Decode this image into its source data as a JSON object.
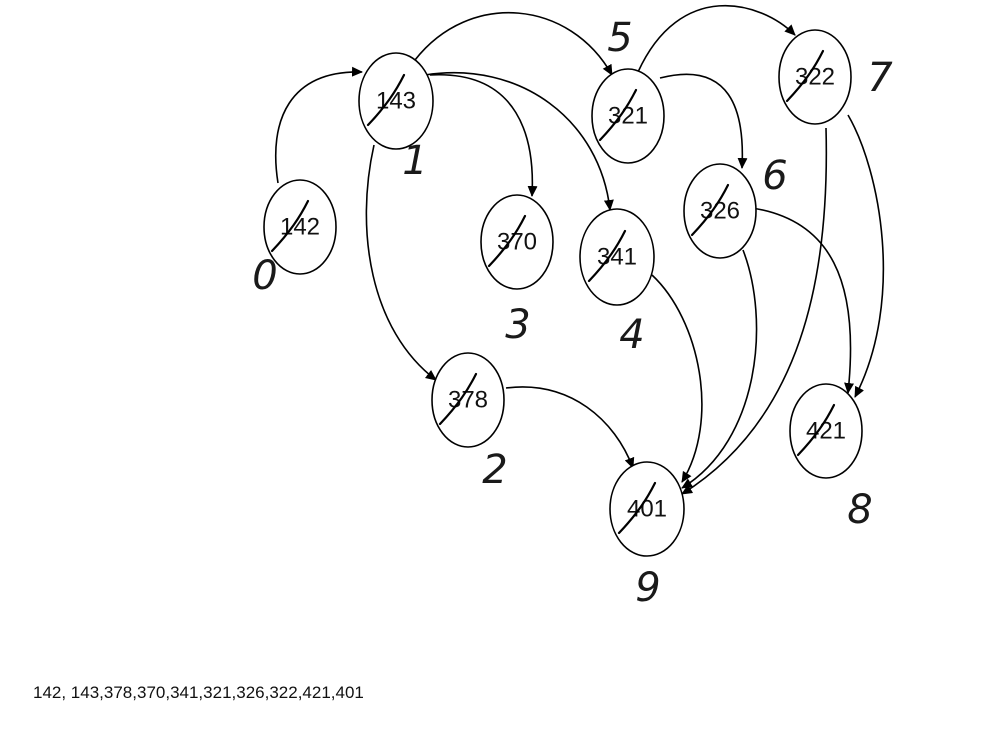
{
  "nodes": [
    {
      "id": "142",
      "label": "142",
      "order": "0"
    },
    {
      "id": "143",
      "label": "143",
      "order": "1"
    },
    {
      "id": "378",
      "label": "378",
      "order": "2"
    },
    {
      "id": "370",
      "label": "370",
      "order": "3"
    },
    {
      "id": "341",
      "label": "341",
      "order": "4"
    },
    {
      "id": "321",
      "label": "321",
      "order": "5"
    },
    {
      "id": "326",
      "label": "326",
      "order": "6"
    },
    {
      "id": "322",
      "label": "322",
      "order": "7"
    },
    {
      "id": "421",
      "label": "421",
      "order": "8"
    },
    {
      "id": "401",
      "label": "401",
      "order": "9"
    }
  ],
  "edges": [
    {
      "from": "142",
      "to": "143"
    },
    {
      "from": "143",
      "to": "321"
    },
    {
      "from": "143",
      "to": "370"
    },
    {
      "from": "143",
      "to": "341"
    },
    {
      "from": "143",
      "to": "378"
    },
    {
      "from": "321",
      "to": "322"
    },
    {
      "from": "321",
      "to": "326"
    },
    {
      "from": "322",
      "to": "401"
    },
    {
      "from": "322",
      "to": "421"
    },
    {
      "from": "326",
      "to": "401"
    },
    {
      "from": "326",
      "to": "421"
    },
    {
      "from": "341",
      "to": "401"
    },
    {
      "from": "378",
      "to": "401"
    }
  ],
  "order_text": "142, 143,378,370,341,321,326,322,421,401"
}
